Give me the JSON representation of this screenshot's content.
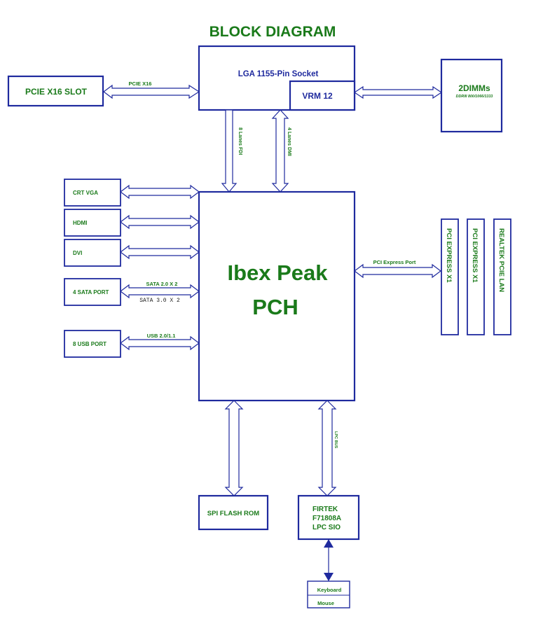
{
  "title": "BLOCK DIAGRAM",
  "cpu": {
    "socket_label": "LGA 1155-Pin Socket",
    "vrm_label": "VRM 12"
  },
  "pcie_slot": {
    "label": "PCIE X16 SLOT",
    "link_label": "PCIE X16"
  },
  "dimm": {
    "label": "2DIMMs",
    "sub_label": "DDRIII 800/1066/1333"
  },
  "fdi_label": "8 Lanes FDI",
  "dmi_label": "4 Lanes DMI",
  "pch": {
    "line1": "Ibex Peak",
    "line2": "PCH"
  },
  "left_ports": {
    "crt_vga": "CRT VGA",
    "hdmi": "HDMI",
    "dvi": "DVI",
    "sata": "4 SATA PORT",
    "usb": "8 USB PORT"
  },
  "sata_link_1": "SATA 2.0 X 2",
  "sata_link_2": "SATA 3.0 X 2",
  "usb_link": "USB 2.0/1.1",
  "pci_express_port_label": "PCI Express  Port",
  "right_slots": [
    "PCI EXPRESS X1",
    "PCI EXPRESS X1",
    "REALTEK PCIE LAN"
  ],
  "spi_flash": "SPI FLASH ROM",
  "sio": {
    "line1": "FIRTEK",
    "line2": "F71808A",
    "line3": "LPC SIO"
  },
  "lpc_bus_label": "LPC BUS",
  "keyboard_label": "Keyboard",
  "mouse_label": "Mouse"
}
